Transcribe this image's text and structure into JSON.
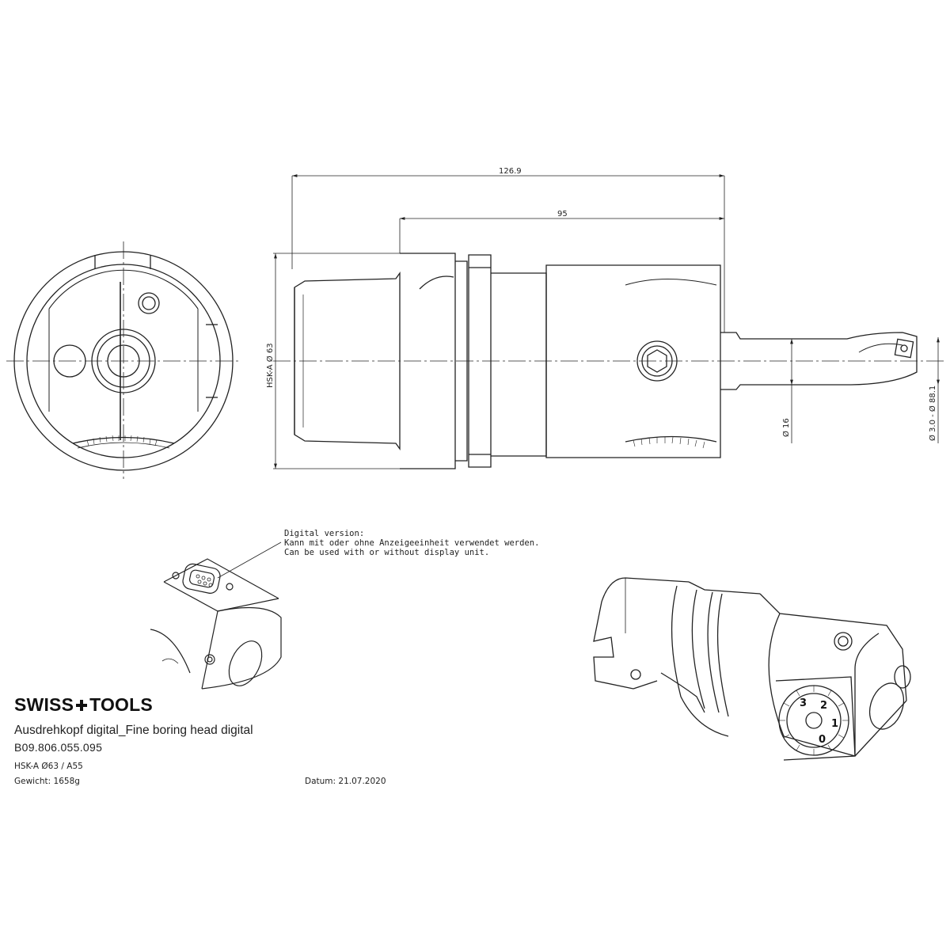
{
  "dimensions": {
    "overall_length": "126.9",
    "body_length": "95",
    "shank_diameter": "HSK-A  Ø 63",
    "bar_diameter": "Ø 16",
    "boring_range": "Ø 3.0 - Ø 88.1"
  },
  "digital_note": {
    "line1": "Digital version:",
    "line2": "Kann mit oder ohne Anzeigeeinheit verwendet werden.",
    "line3": "Can be used with or without display unit."
  },
  "title_block": {
    "brand_left": "SWISS",
    "brand_right": "TOOLS",
    "title": "Ausdrehkopf digital_Fine boring head digital",
    "article_number": "B09.806.055.095",
    "spec": "HSK-A  Ø63 / A55",
    "weight": "Gewicht: 1658g",
    "date": "Datum: 21.07.2020"
  },
  "dial_numbers": [
    "3",
    "2",
    "1",
    "0"
  ]
}
